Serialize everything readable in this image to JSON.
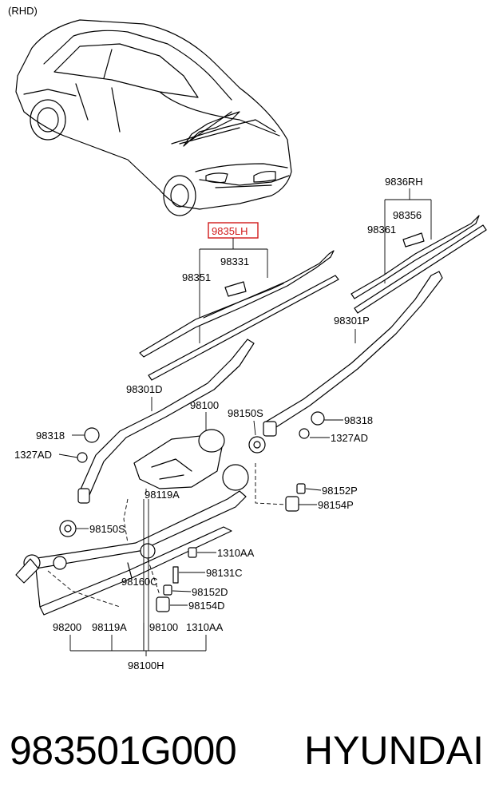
{
  "note": "(RHD)",
  "callouts": {
    "lh_assembly": "9835LH",
    "rh_assembly": "9836RH",
    "c98331": "98331",
    "c98351": "98351",
    "c98356": "98356",
    "c98361": "98361",
    "c98301P": "98301P",
    "c98301D": "98301D",
    "c98100_top": "98100",
    "c98150S_right": "98150S",
    "c98318_right": "98318",
    "c1327AD_right": "1327AD",
    "c98318_left": "98318",
    "c1327AD_left": "1327AD",
    "c98119A_top": "98119A",
    "c98152P": "98152P",
    "c98154P": "98154P",
    "c98150S_left": "98150S",
    "c1310AA_top": "1310AA",
    "c98131C": "98131C",
    "c98160C": "98160C",
    "c98152D": "98152D",
    "c98154D": "98154D",
    "c98200": "98200",
    "c98119A_bottom": "98119A",
    "c98100_bottom": "98100",
    "c1310AA_bottom": "1310AA",
    "c98100H": "98100H"
  },
  "highlight_color": "#d11a1a",
  "footer": {
    "part_number": "983501G000",
    "brand": "HYUNDAI"
  }
}
